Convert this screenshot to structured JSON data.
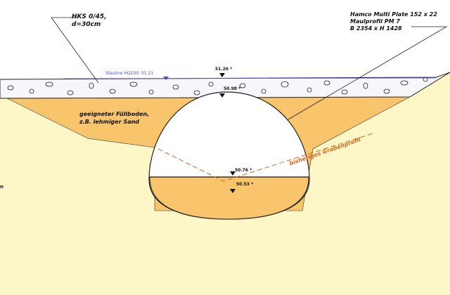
{
  "labels": {
    "gravel_line1": "HKS 0/45,",
    "gravel_line2": "d=30cm",
    "culvert_line1": "Hamco Multi Plate 152 x 22",
    "culvert_line2": "Maulprofil PM 7",
    "culvert_line3": "B 2354  x H 1428",
    "fill_line1": "geeigneter Füllboden,",
    "fill_line2": "z.B. lehmiger Sand",
    "water_level": "Stauline HQ100: 51.21",
    "elev_top": "51.26 *",
    "elev_crown": "50.98 *",
    "elev_water": "50.76 *",
    "elev_invert": "50.53 *",
    "old_profile": "bisheriges Grabenprofil",
    "left_cut": "n"
  },
  "colors": {
    "fill": "#f8c56c",
    "ground": "#fdf6c6",
    "water_line": "#4a4ae0",
    "profile": "#d2691e"
  }
}
